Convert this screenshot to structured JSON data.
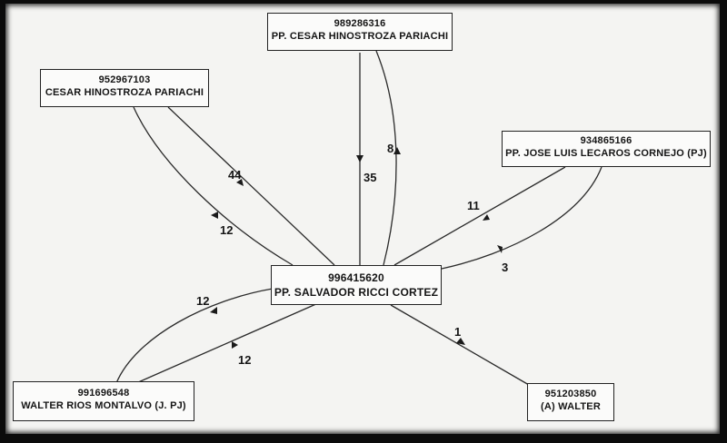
{
  "nodes": {
    "center": {
      "phone": "996415620",
      "name": "PP. SALVADOR RICCI CORTEZ"
    },
    "top": {
      "phone": "989286316",
      "name": "PP. CESAR HINOSTROZA PARIACHI"
    },
    "top_left": {
      "phone": "952967103",
      "name": "CESAR HINOSTROZA PARIACHI"
    },
    "right": {
      "phone": "934865166",
      "name": "PP. JOSE LUIS LECAROS CORNEJO (PJ)"
    },
    "bottom_left": {
      "phone": "991696548",
      "name": "WALTER RIOS MONTALVO (J. PJ)"
    },
    "bottom_right": {
      "phone": "951203850",
      "name": "(A) WALTER"
    }
  },
  "edges": [
    {
      "from": "top",
      "to": "center",
      "count": "35"
    },
    {
      "from": "center",
      "to": "top",
      "count": "8"
    },
    {
      "from": "top_left",
      "to": "center",
      "count": "44"
    },
    {
      "from": "center",
      "to": "top_left",
      "count": "12"
    },
    {
      "from": "center",
      "to": "right",
      "count": "11"
    },
    {
      "from": "right",
      "to": "center",
      "count": "3"
    },
    {
      "from": "bottom_left",
      "to": "center",
      "count": "12"
    },
    {
      "from": "center",
      "to": "bottom_left",
      "count": "12"
    },
    {
      "from": "bottom_right",
      "to": "center",
      "count": "1"
    }
  ]
}
